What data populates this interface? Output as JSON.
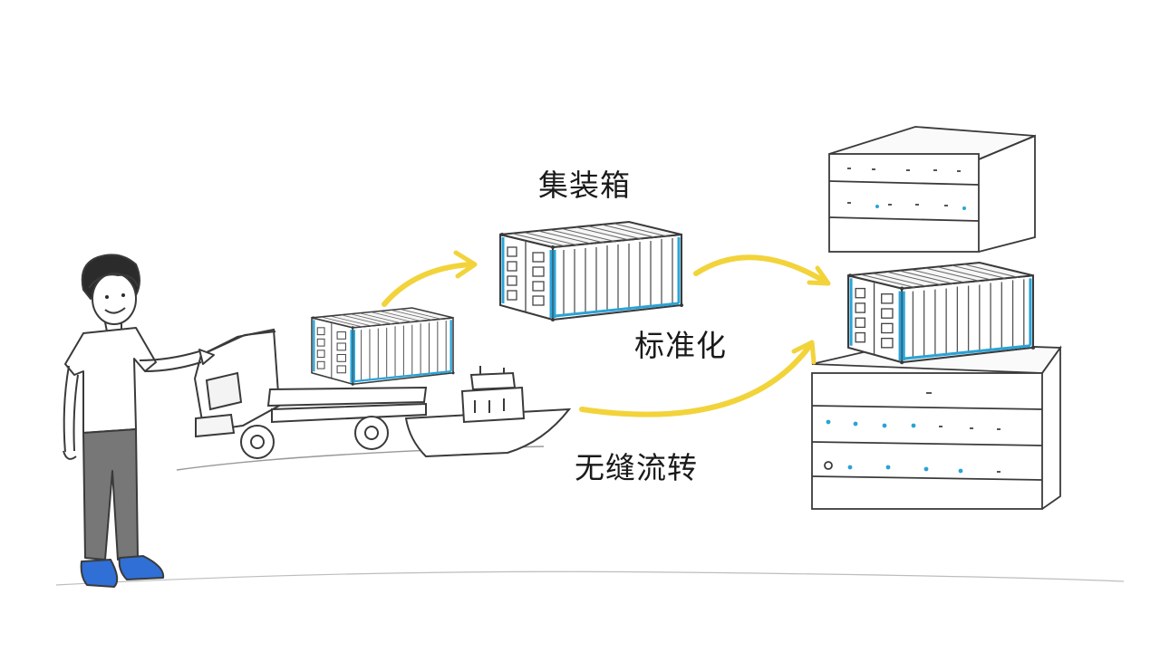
{
  "labels": {
    "container": "集装箱",
    "standardized": "标准化",
    "seamless": "无缝流转"
  },
  "colors": {
    "arrow": "#f2d33a",
    "container_accent": "#2ba3d6",
    "stroke": "#3a3a3a",
    "shoes": "#2f6fd6",
    "pants": "#777777",
    "background": "#ffffff"
  },
  "icons": [
    "person",
    "truck",
    "ship",
    "container",
    "server-rack",
    "arrow"
  ]
}
